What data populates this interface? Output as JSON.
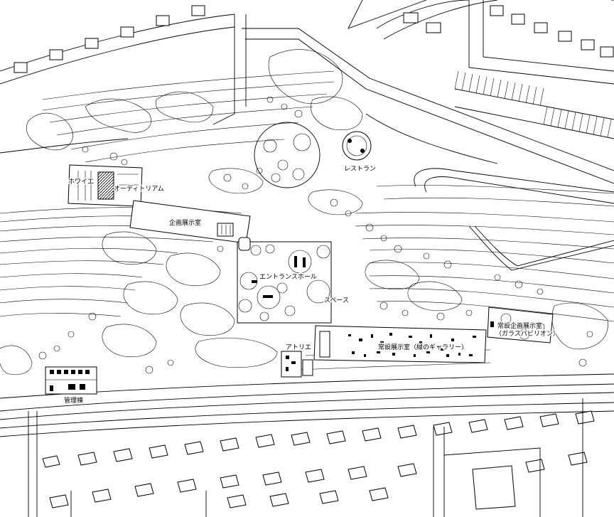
{
  "labels": {
    "foyer": "ホワイエ",
    "auditorium": "オーディトリアム",
    "exhibition": "企画展示室",
    "restaurant": "レストラン",
    "entrance_hall": "エントランスホール",
    "space": "スペース",
    "atelier": "アトリエ",
    "permanent": "常設展示室（緑のギャラリー）",
    "glass_exhibition": "常設企画展示室",
    "glass_pavilion": "（ガラスパビリオン）",
    "admin": "管理棟"
  },
  "colors": {
    "ink": "#000000",
    "paper": "#ffffff"
  }
}
